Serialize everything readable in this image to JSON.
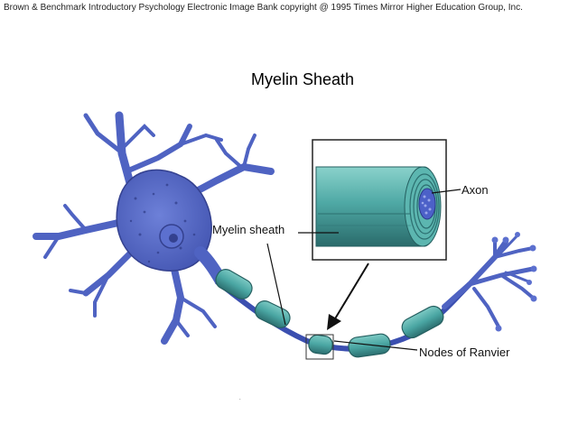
{
  "header": {
    "copyright": "Brown & Benchmark Introductory Psychology Electronic Image Bank copyright @ 1995 Times Mirror Higher Education Group, Inc.",
    "title": "Myelin Sheath"
  },
  "labels": {
    "axon": "Axon",
    "myelin_sheath": "Myelin sheath",
    "nodes_of_ranvier": "Nodes of Ranvier"
  },
  "colors": {
    "neuron_body": "#5a6ec4",
    "neuron_dark": "#34418f",
    "myelin": "#4aa6a3",
    "myelin_dark": "#2c6f70",
    "axon_core": "#4c61c8"
  }
}
